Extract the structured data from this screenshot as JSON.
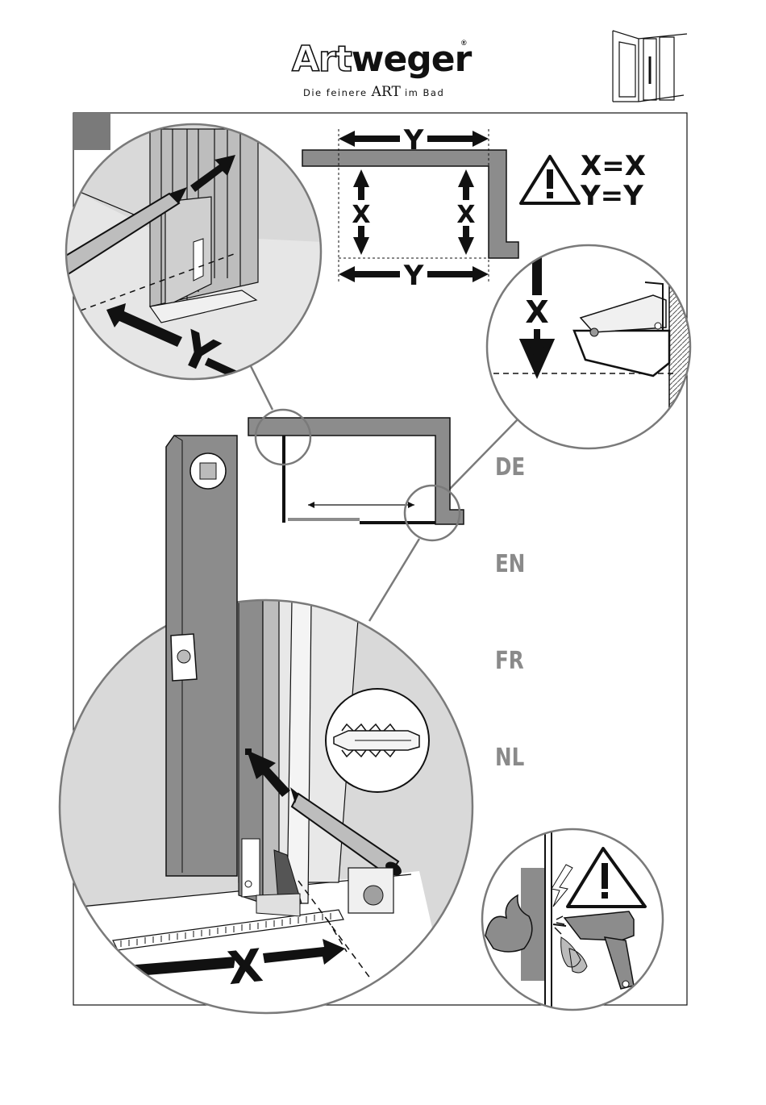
{
  "header": {
    "brand_art": "Art",
    "brand_rest": "weger",
    "registered": "®",
    "tagline_pre": "Die feinere ",
    "tagline_big": "ART",
    "tagline_post": " im Bad"
  },
  "measure_labels": {
    "x": "X",
    "y": "Y",
    "rule_line1": "X=X",
    "rule_line2": "Y=Y"
  },
  "languages": [
    "DE",
    "EN",
    "FR",
    "NL"
  ],
  "icons": [
    "warning-icon",
    "spirit-level-icon",
    "pencil-icon",
    "wall-plug-icon",
    "drill-icon",
    "fire-icon",
    "water-drops-icon",
    "lightning-icon",
    "shower-enclosure-icon"
  ],
  "colors": {
    "ink": "#111111",
    "grey_fill": "#8c8c8c",
    "light_grey": "#d9d9d9",
    "mid_grey": "#bdbdbd",
    "lang_grey": "#8a8a8a",
    "step_marker": "#7a7a7a"
  }
}
